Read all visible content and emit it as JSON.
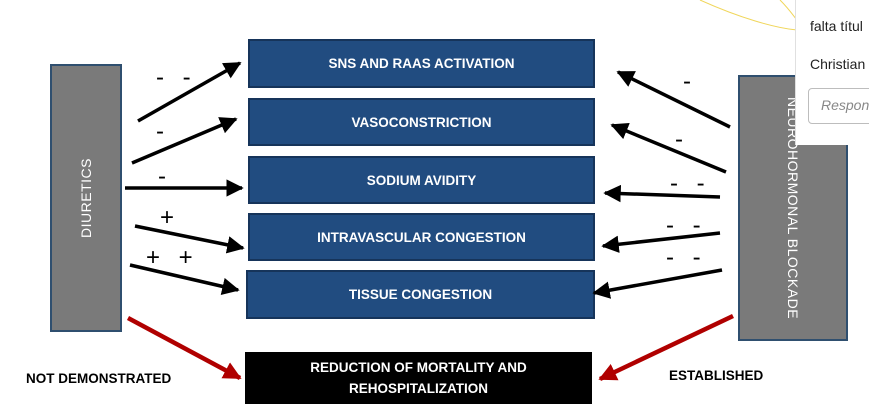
{
  "left_column": {
    "label": "DIURETICS"
  },
  "right_column": {
    "label": "NEUROHORMONAL BLOCKADE"
  },
  "effects": [
    {
      "label": "SNS AND RAAS ACTIVATION",
      "diuretics": "- -",
      "blockade": "-"
    },
    {
      "label": "VASOCONSTRICTION",
      "diuretics": "-",
      "blockade": "-"
    },
    {
      "label": "SODIUM AVIDITY",
      "diuretics": "-",
      "blockade": "- -"
    },
    {
      "label": "INTRAVASCULAR CONGESTION",
      "diuretics": "+",
      "blockade": "- -"
    },
    {
      "label": "TISSUE CONGESTION",
      "diuretics": "+ +",
      "blockade": "- -"
    }
  ],
  "outcome": {
    "line1": "REDUCTION OF MORTALITY AND",
    "line2": "REHOSPITALIZATION"
  },
  "left_caption": "NOT DEMONSTRATED",
  "right_caption": "ESTABLISHED",
  "comment_panel": {
    "line1": "falta títul",
    "line2": "Christian",
    "reply_placeholder": "Respon"
  },
  "colors": {
    "box": "#214c80",
    "side": "#7a7a7a",
    "outcome": "#000000",
    "red_arrow": "#b00000"
  }
}
